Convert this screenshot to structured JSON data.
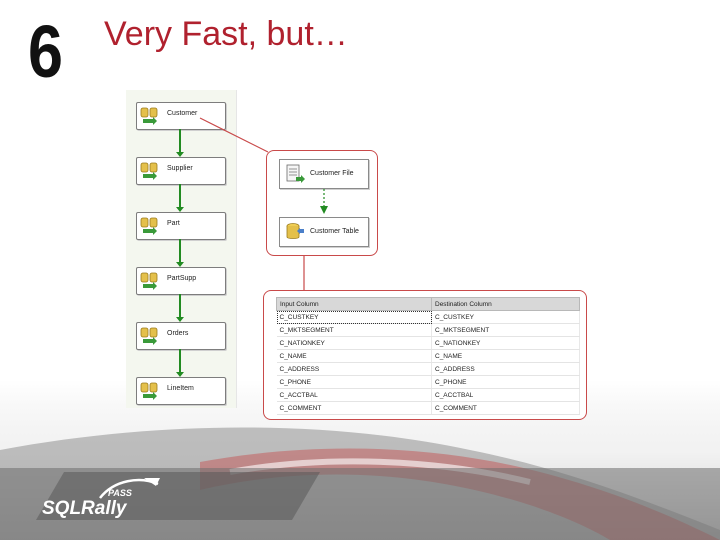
{
  "slide": {
    "number": "6",
    "title": "Very Fast, but…"
  },
  "control_flow": {
    "tasks": [
      {
        "label": "Customer"
      },
      {
        "label": "Supplier"
      },
      {
        "label": "Part"
      },
      {
        "label": "PartSupp"
      },
      {
        "label": "Orders"
      },
      {
        "label": "LineItem"
      }
    ]
  },
  "data_flow": {
    "source": "Customer File",
    "destination": "Customer Table"
  },
  "mapping": {
    "columns": [
      "Input Column",
      "Destination Column"
    ],
    "rows": [
      [
        "C_CUSTKEY",
        "C_CUSTKEY"
      ],
      [
        "C_MKTSEGMENT",
        "C_MKTSEGMENT"
      ],
      [
        "C_NATIONKEY",
        "C_NATIONKEY"
      ],
      [
        "C_NAME",
        "C_NAME"
      ],
      [
        "C_ADDRESS",
        "C_ADDRESS"
      ],
      [
        "C_PHONE",
        "C_PHONE"
      ],
      [
        "C_ACCTBAL",
        "C_ACCTBAL"
      ],
      [
        "C_COMMENT",
        "C_COMMENT"
      ]
    ]
  },
  "footer": {
    "logo_top": "PASS",
    "logo_main": "SQLRally"
  },
  "colors": {
    "title": "#b0212e",
    "callout_border": "#c94a4a",
    "connector": "#228b22"
  }
}
